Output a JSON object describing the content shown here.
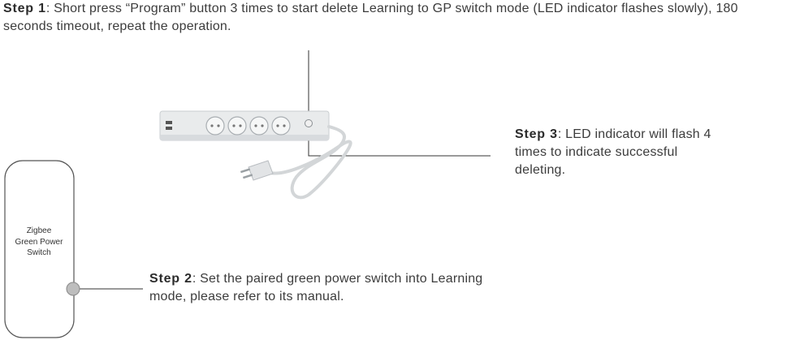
{
  "step1": {
    "label": "Step 1",
    "text": ": Short press “Program” button 3 times to start delete Learning to GP switch mode (LED indicator flashes slowly), 180 seconds timeout, repeat the operation."
  },
  "step2": {
    "label": "Step 2",
    "text": ": Set the paired green power switch into Learning mode, please refer to its manual."
  },
  "step3": {
    "label": "Step 3",
    "text": ": LED indicator will flash 4 times to indicate successful deleting."
  },
  "switch_device": {
    "line1": "Zigbee",
    "line2": "Green Power",
    "line3": "Switch"
  },
  "colors": {
    "leader_line": "#333333",
    "device_outline": "#555555",
    "button_fill": "#bdbdbd",
    "power_strip_body": "#e9ebec"
  },
  "icons": {
    "power_strip": "power-strip-icon",
    "plug": "plug-icon",
    "button_dot": "button-dot-icon"
  }
}
